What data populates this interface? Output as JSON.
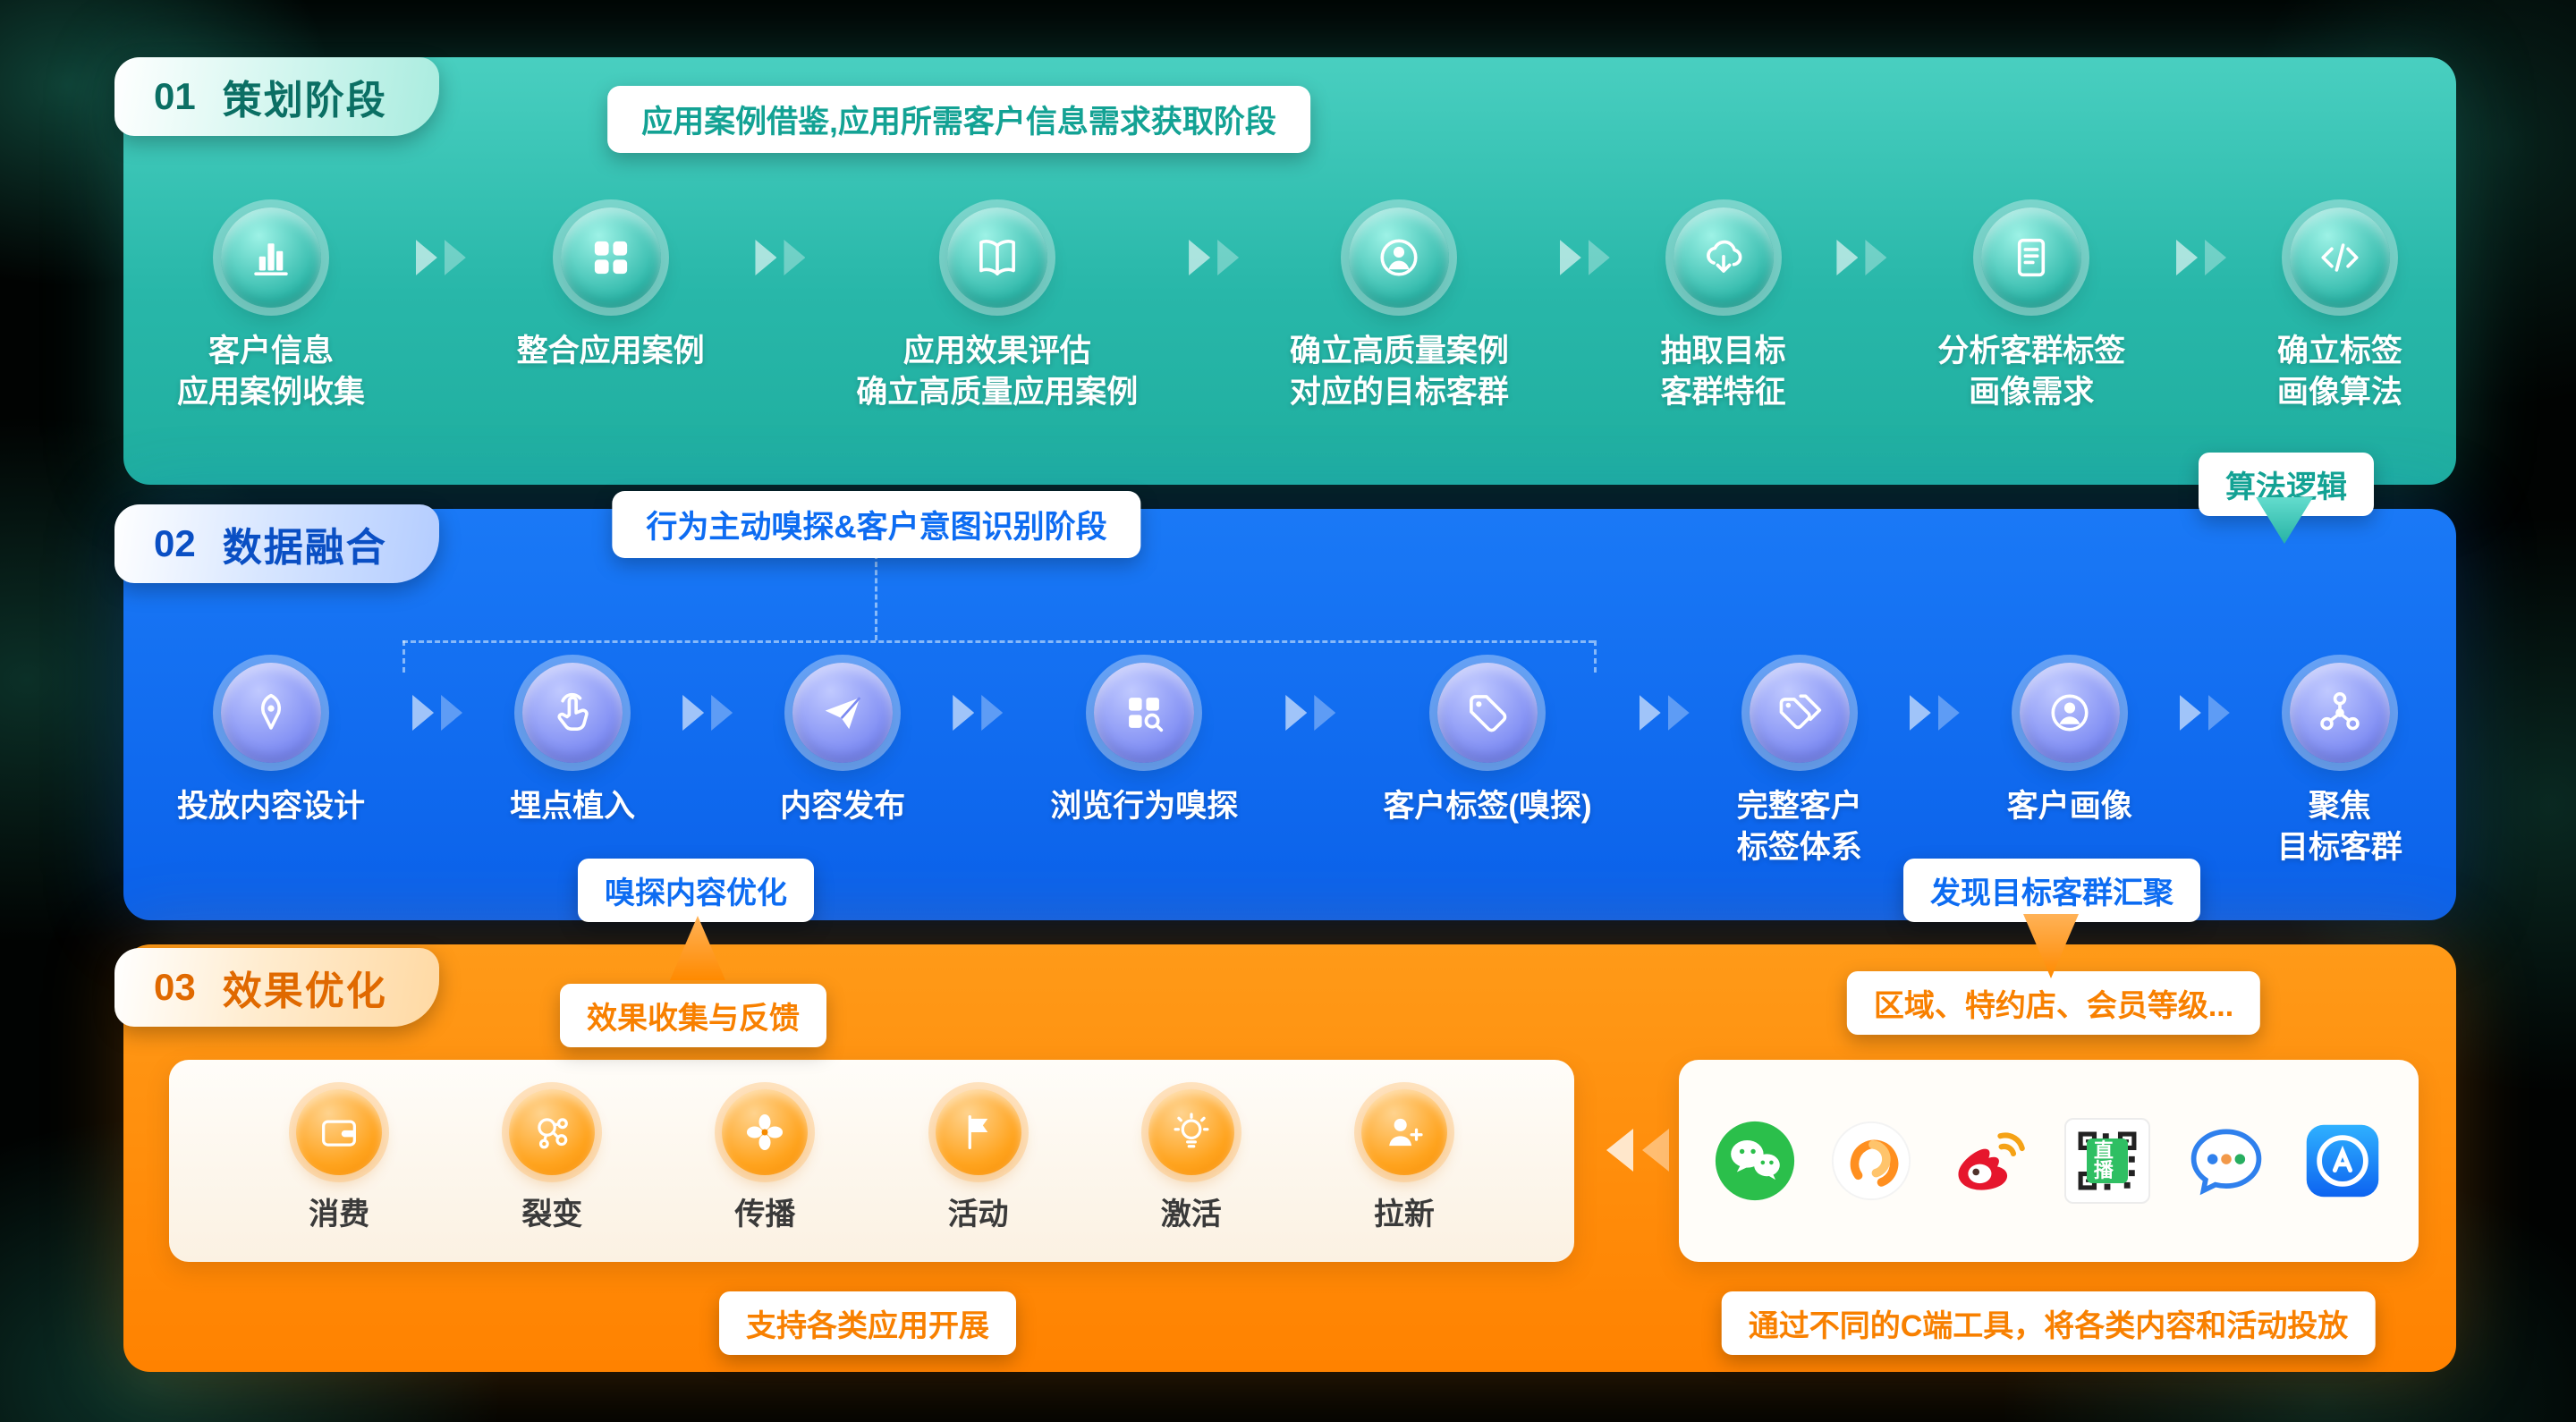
{
  "colors": {
    "phase1_accent": "#28b7a9",
    "phase2_accent": "#0d6cf2",
    "phase3_accent": "#ff8a00"
  },
  "phases": [
    {
      "number": "01",
      "title": "策划阶段",
      "banner": "应用案例借鉴,应用所需客户信息需求获取阶段",
      "algo_tag": "算法逻辑",
      "steps": [
        {
          "icon": "bar-chart-icon",
          "line1": "客户信息",
          "line2": "应用案例收集"
        },
        {
          "icon": "four-squares-icon",
          "line1": "整合应用案例",
          "line2": ""
        },
        {
          "icon": "open-book-icon",
          "line1": "应用效果评估",
          "line2": "确立高质量应用案例"
        },
        {
          "icon": "user-badge-icon",
          "line1": "确立高质量案例",
          "line2": "对应的目标客群"
        },
        {
          "icon": "cloud-download-icon",
          "line1": "抽取目标",
          "line2": "客群特征"
        },
        {
          "icon": "document-icon",
          "line1": "分析客群标签",
          "line2": "画像需求"
        },
        {
          "icon": "code-icon",
          "line1": "确立标签",
          "line2": "画像算法"
        }
      ]
    },
    {
      "number": "02",
      "title": "数据融合",
      "banner": "行为主动嗅探&客户意图识别阶段",
      "left_tag": "嗅探内容优化",
      "right_tag": "发现目标客群汇聚",
      "steps": [
        {
          "icon": "pen-icon",
          "line1": "投放内容设计",
          "line2": ""
        },
        {
          "icon": "tap-icon",
          "line1": "埋点植入",
          "line2": ""
        },
        {
          "icon": "paper-plane-icon",
          "line1": "内容发布",
          "line2": ""
        },
        {
          "icon": "grid-search-icon",
          "line1": "浏览行为嗅探",
          "line2": ""
        },
        {
          "icon": "tag-icon",
          "line1": "客户标签(嗅探)",
          "line2": ""
        },
        {
          "icon": "tags-icon",
          "line1": "完整客户",
          "line2": "标签体系"
        },
        {
          "icon": "user-circle-icon",
          "line1": "客户画像",
          "line2": ""
        },
        {
          "icon": "share-nodes-icon",
          "line1": "聚焦",
          "line2": "目标客群"
        }
      ]
    },
    {
      "number": "03",
      "title": "效果优化",
      "feedback_tag": "效果收集与反馈",
      "segment_tag": "区域、特约店、会员等级...",
      "apps_tag": "支持各类应用开展",
      "channels_tag": "通过不同的C端工具，将各类内容和活动投放",
      "apps": [
        {
          "icon": "wallet-icon",
          "label": "消费"
        },
        {
          "icon": "fission-icon",
          "label": "裂变"
        },
        {
          "icon": "fan-icon",
          "label": "传播"
        },
        {
          "icon": "flag-icon",
          "label": "活动"
        },
        {
          "icon": "bulb-icon",
          "label": "激活"
        },
        {
          "icon": "user-plus-icon",
          "label": "拉新"
        }
      ],
      "channels": [
        {
          "icon": "wechat-icon",
          "label": ""
        },
        {
          "icon": "wechat-channels-icon",
          "label": ""
        },
        {
          "icon": "weibo-icon",
          "label": ""
        },
        {
          "icon": "live-qr-icon",
          "label": "直播"
        },
        {
          "icon": "chat-app-icon",
          "label": ""
        },
        {
          "icon": "app-store-icon",
          "label": ""
        }
      ]
    }
  ]
}
